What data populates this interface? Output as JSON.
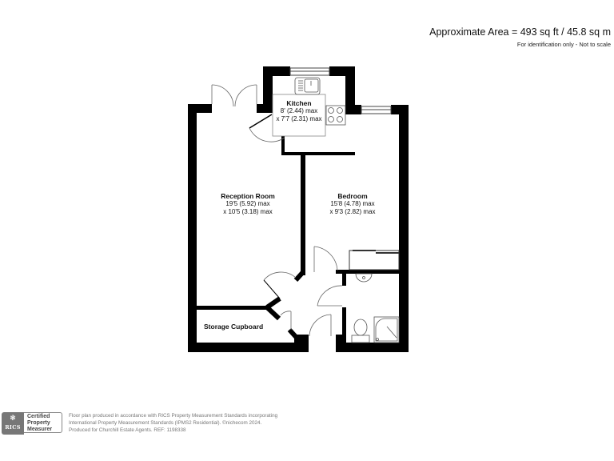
{
  "header": {
    "area_title": "Approximate Area = 493 sq ft / 45.8 sq m",
    "area_subtitle": "For identification only - Not to scale"
  },
  "rooms": {
    "kitchen": {
      "name": "Kitchen",
      "dim1": "8' (2.44) max",
      "dim2": "x 7'7 (2.31) max"
    },
    "reception": {
      "name": "Reception Room",
      "dim1": "19'5 (5.92) max",
      "dim2": "x 10'5 (3.18) max"
    },
    "bedroom": {
      "name": "Bedroom",
      "dim1": "15'8 (4.78) max",
      "dim2": "x 9'3 (2.82) max"
    },
    "storage": {
      "name": "Storage Cupboard"
    }
  },
  "footer": {
    "badge_org": "RICS",
    "badge_lines": [
      "Certified",
      "Property",
      "Measurer"
    ],
    "text_lines": [
      "Floor plan produced in accordance with RICS Property Measurement Standards incorporating",
      "International Property Measurement Standards (IPMS2 Residential).  ©nichecom 2024.",
      "Produced for Churchill Estate Agents.   REF: 1198338"
    ]
  },
  "colors": {
    "wall": "#000000",
    "fixture": "#555555",
    "badge": "#777777"
  }
}
